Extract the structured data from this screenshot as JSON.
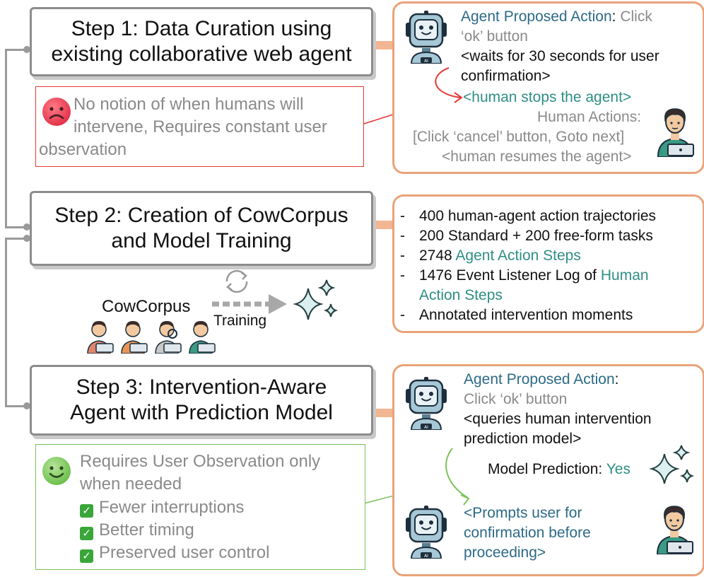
{
  "steps": {
    "step1": [
      "Step 1: Data Curation using",
      "existing collaborative web agent"
    ],
    "step2": [
      "Step 2: Creation of CowCorpus",
      "and Model Training"
    ],
    "step3": [
      "Step 3: Intervention-Aware",
      "Agent with Prediction Model"
    ]
  },
  "problem": {
    "lines": [
      "No notion of when humans will",
      "intervene, Requires constant user",
      "observation"
    ],
    "icon": "sad-face-icon",
    "color": "#e53935"
  },
  "panel1": {
    "agent_label": "Agent Proposed Action",
    "colon": ":",
    "action_a": "Click",
    "action_b": "‘ok’ button",
    "wait_a": "<waits for 30 seconds for user",
    "wait_b": "confirmation>",
    "human_stops": "<human stops the agent>",
    "human_actions": "Human Actions:",
    "human_actions_list": "[Click ‘cancel’ button, Goto next]",
    "human_resumes": "<human resumes the agent>"
  },
  "panel2": {
    "items": [
      {
        "plain": "400 human-agent action trajectories",
        "accent": ""
      },
      {
        "plain": "200 Standard + 200 free-form tasks",
        "accent": ""
      },
      {
        "plain": "2748 ",
        "accent": "Agent Action Steps"
      },
      {
        "plain": "1476 Event Listener Log of ",
        "accent": "Human"
      },
      {
        "plain": "",
        "accent": "Action Steps"
      },
      {
        "plain": "Annotated intervention moments",
        "accent": ""
      }
    ]
  },
  "training": {
    "corpus_label": "CowCorpus",
    "arrow_label": "Training"
  },
  "panel3": {
    "agent_label": "Agent Proposed Action",
    "colon": ":",
    "action": "Click ‘ok’ button",
    "query_a": "<queries human intervention",
    "query_b": "prediction model>",
    "prediction_label": "Model Prediction: ",
    "prediction_value": "Yes",
    "prompt_a": "<Prompts user for",
    "prompt_b": "confirmation before",
    "prompt_c": "proceeding>"
  },
  "solution": {
    "header_a": "Requires User Observation only",
    "header_b": "when needed",
    "checks": [
      "Fewer interruptions",
      "Better timing",
      "Preserved user control"
    ],
    "icon": "smile-face-icon",
    "color": "#7cc35a"
  },
  "colors": {
    "panel_border": "#eaa37a",
    "accent": "#2e8f85",
    "agent_blue": "#2c6a86",
    "muted": "#8a8a8a",
    "step_border": "#8c8c8c"
  }
}
